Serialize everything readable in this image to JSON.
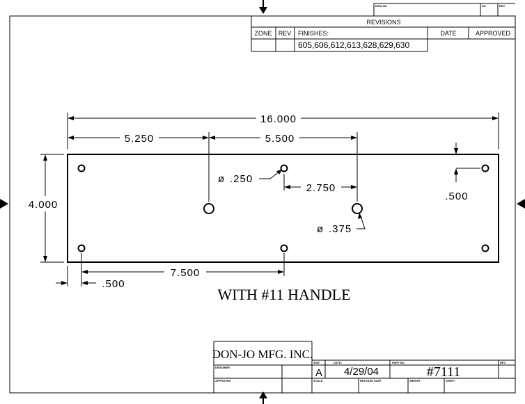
{
  "revisions": {
    "title": "REVISIONS",
    "dwg_no_label": "DWG NO",
    "sh_label": "SH",
    "rev_label": "REV",
    "col_zone": "ZONE",
    "col_rev": "REV",
    "col_finishes": "FINISHES:",
    "col_date": "DATE",
    "col_approved": "APPROVED",
    "finishes_value": "605,606,612,613,628,629,630"
  },
  "dimensions": {
    "overall_length": "16.000",
    "left_to_handle": "5.250",
    "handle_spacing": "5.500",
    "height": "4.000",
    "hole_small_dia": ".250",
    "hole_large_dia": ".375",
    "hole_offset": "2.750",
    "edge_right": ".500",
    "bottom_hole_spacing": "7.500",
    "edge_left": ".500",
    "diameter_symbol": "ø"
  },
  "note": "WITH #11 HANDLE",
  "title_block": {
    "company": "DON-JO MFG. INC.",
    "designer_label": "DESIGNER",
    "approved_label": "APPROVED",
    "size_label": "SIZE",
    "size_value": "A",
    "date_label": "DATE:",
    "date_value": "4/29/04",
    "part_label": "PART NO.",
    "part_value": "#7111",
    "rev_label": "REV",
    "scale_label": "SCALE",
    "release_label": "RELEASE DATE",
    "weight_label": "WEIGHT",
    "sheet_label": "SHEET"
  }
}
